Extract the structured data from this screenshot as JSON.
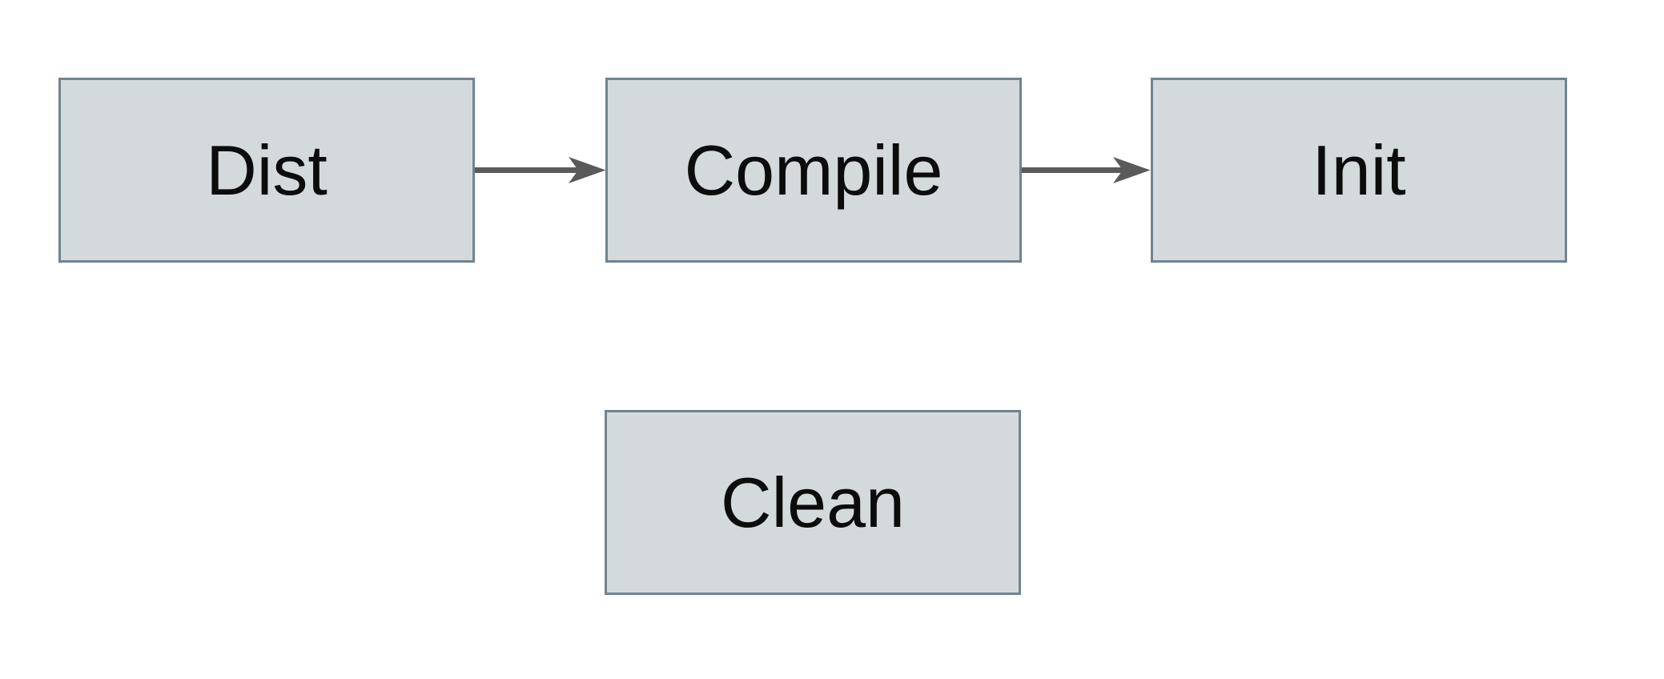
{
  "diagram": {
    "type": "flowchart",
    "nodes": [
      {
        "id": "dist",
        "label": "Dist"
      },
      {
        "id": "compile",
        "label": "Compile"
      },
      {
        "id": "init",
        "label": "Init"
      },
      {
        "id": "clean",
        "label": "Clean"
      }
    ],
    "edges": [
      {
        "from": "dist",
        "to": "compile",
        "style": "solid-arrow",
        "direction": "right"
      },
      {
        "from": "compile",
        "to": "init",
        "style": "solid-arrow",
        "direction": "right"
      }
    ]
  },
  "colors": {
    "background": "#ffffff",
    "box-fill": "#d4dadc",
    "box-border": "#71838f",
    "arrow": "#5a5a5a",
    "text": "#0c0c0c"
  }
}
